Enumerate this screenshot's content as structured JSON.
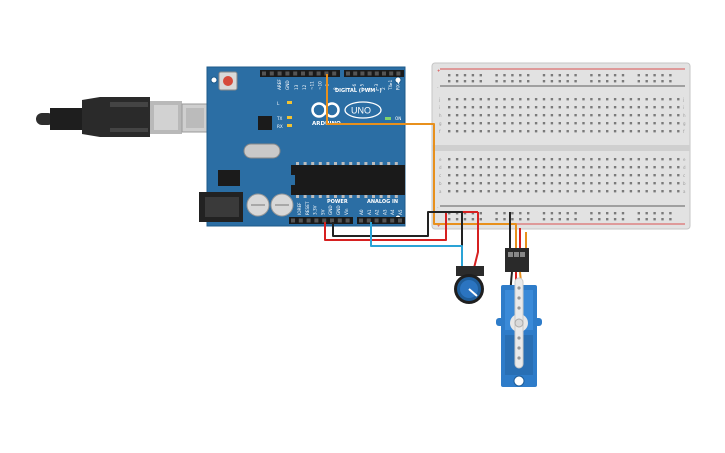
{
  "board": {
    "brand": "ARDUINO",
    "model": "UNO",
    "digital_header": "DIGITAL (PWM~)",
    "power_header": "POWER",
    "analog_header": "ANALOG IN",
    "aref": "AREF",
    "gnd": "GND",
    "on_led": "ON",
    "tx": "TX",
    "rx": "RX",
    "l_led": "L",
    "digital_pins": [
      "13",
      "12",
      "~11",
      "~10",
      "~9",
      "8",
      "7",
      "~6",
      "~5",
      "4",
      "~3",
      "2",
      "TX▸1",
      "RX◂0"
    ],
    "power_pins": [
      "IOREF",
      "RESET",
      "3.3V",
      "5V",
      "GND",
      "GND",
      "Vin"
    ],
    "analog_pins": [
      "A0",
      "A1",
      "A2",
      "A3",
      "A4",
      "A5"
    ]
  },
  "breadboard": {
    "row_letters_top": [
      "j",
      "i",
      "h",
      "g",
      "f"
    ],
    "row_letters_bottom": [
      "e",
      "d",
      "c",
      "b",
      "a"
    ],
    "plus_sign": "+",
    "minus_sign": "-"
  },
  "colors": {
    "board_blue": "#2b6ea4",
    "breadboard": "#dcdcdc",
    "wire_orange": "#e8901c",
    "wire_red": "#d62020",
    "wire_black": "#222222",
    "wire_cyan": "#2aa3d6",
    "servo_blue": "#2e7cc9"
  },
  "components": {
    "usb_cable": "usb-cable",
    "potentiometer": "potentiometer",
    "servo": "micro-servo"
  }
}
